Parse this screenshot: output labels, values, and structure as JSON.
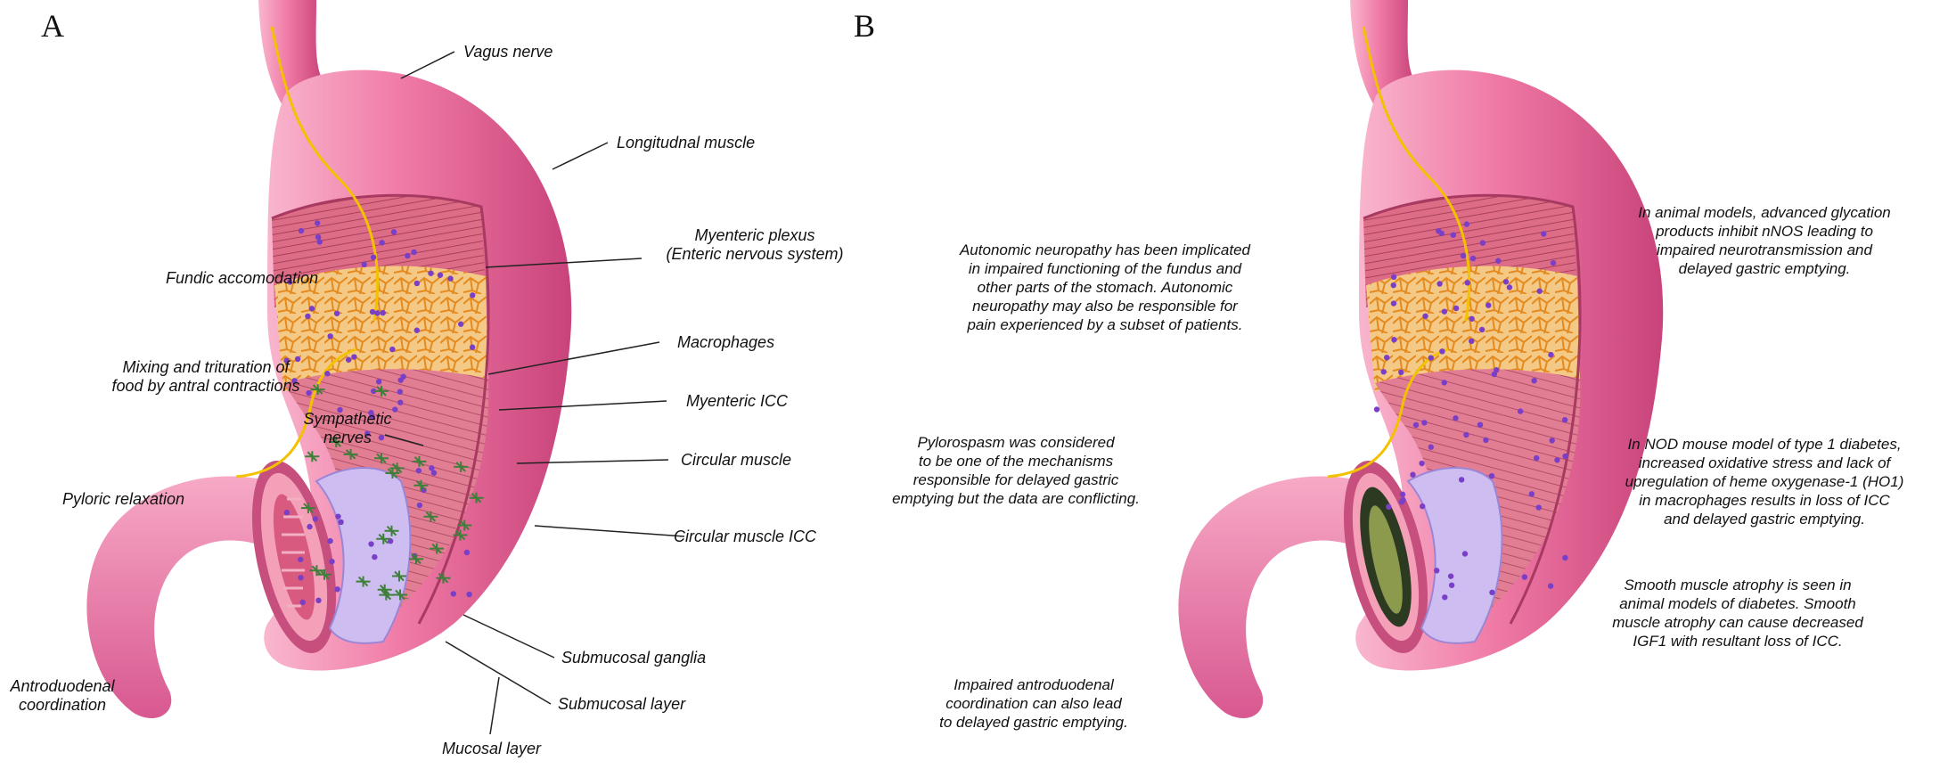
{
  "panels": {
    "a": "A",
    "b": "B"
  },
  "panel_a": {
    "vagus": "Vagus nerve",
    "longitudinal": "Longitudnal muscle",
    "myenteric_1": "Myenteric plexus",
    "myenteric_2": "(Enteric nervous system)",
    "fundic": "Fundic accomodation",
    "macrophages": "Macrophages",
    "mixing_1": "Mixing and trituration of",
    "mixing_2": "food by antral contractions",
    "myenteric_icc": "Myenteric ICC",
    "sympathetic_1": "Sympathetic",
    "sympathetic_2": "nerves",
    "circular": "Circular muscle",
    "pyloric": "Pyloric relaxation",
    "circular_icc": "Circular muscle ICC",
    "submucosal_ganglia": "Submucosal ganglia",
    "antro_1": "Antroduodenal",
    "antro_2": "coordination",
    "submucosal_layer": "Submucosal layer",
    "mucosal": "Mucosal layer"
  },
  "panel_b": {
    "autonomic": [
      "Autonomic neuropathy has been implicated",
      "in impaired functioning of the fundus and",
      "other parts of the stomach. Autonomic",
      "neuropathy may also be responsible for",
      "pain experienced by a subset of patients."
    ],
    "glycation": [
      "In animal models, advanced glycation",
      "products inhibit nNOS leading to",
      "impaired neurotransmission and",
      "delayed gastric emptying."
    ],
    "pylorospasm": [
      "Pylorospasm was considered",
      "to be one of the mechanisms",
      "responsible for delayed gastric",
      "emptying but the data are conflicting."
    ],
    "nod": [
      "In NOD mouse model of type 1 diabetes,",
      "increased oxidative stress and lack of",
      "upregulation of heme oxygenase-1 (HO1)",
      "in macrophages results in loss of ICC",
      "and delayed gastric emptying."
    ],
    "smooth": [
      "Smooth muscle atrophy is seen in",
      "animal models of diabetes. Smooth",
      "muscle atrophy can cause decreased",
      "IGF1 with resultant loss of ICC."
    ],
    "antro": [
      "Impaired antroduodenal",
      "coordination can also lead",
      "to delayed gastric emptying."
    ]
  },
  "colors": {
    "stomach": "#ee7fa6",
    "stomach_dark": "#c94f7e",
    "muscle": "#d9637f",
    "plexus": "#f1b24a",
    "nerve": "#f2c200",
    "icc": "#3e7f3a",
    "dots": "#7a3fc7",
    "mucosa": "#c8b8ef"
  }
}
